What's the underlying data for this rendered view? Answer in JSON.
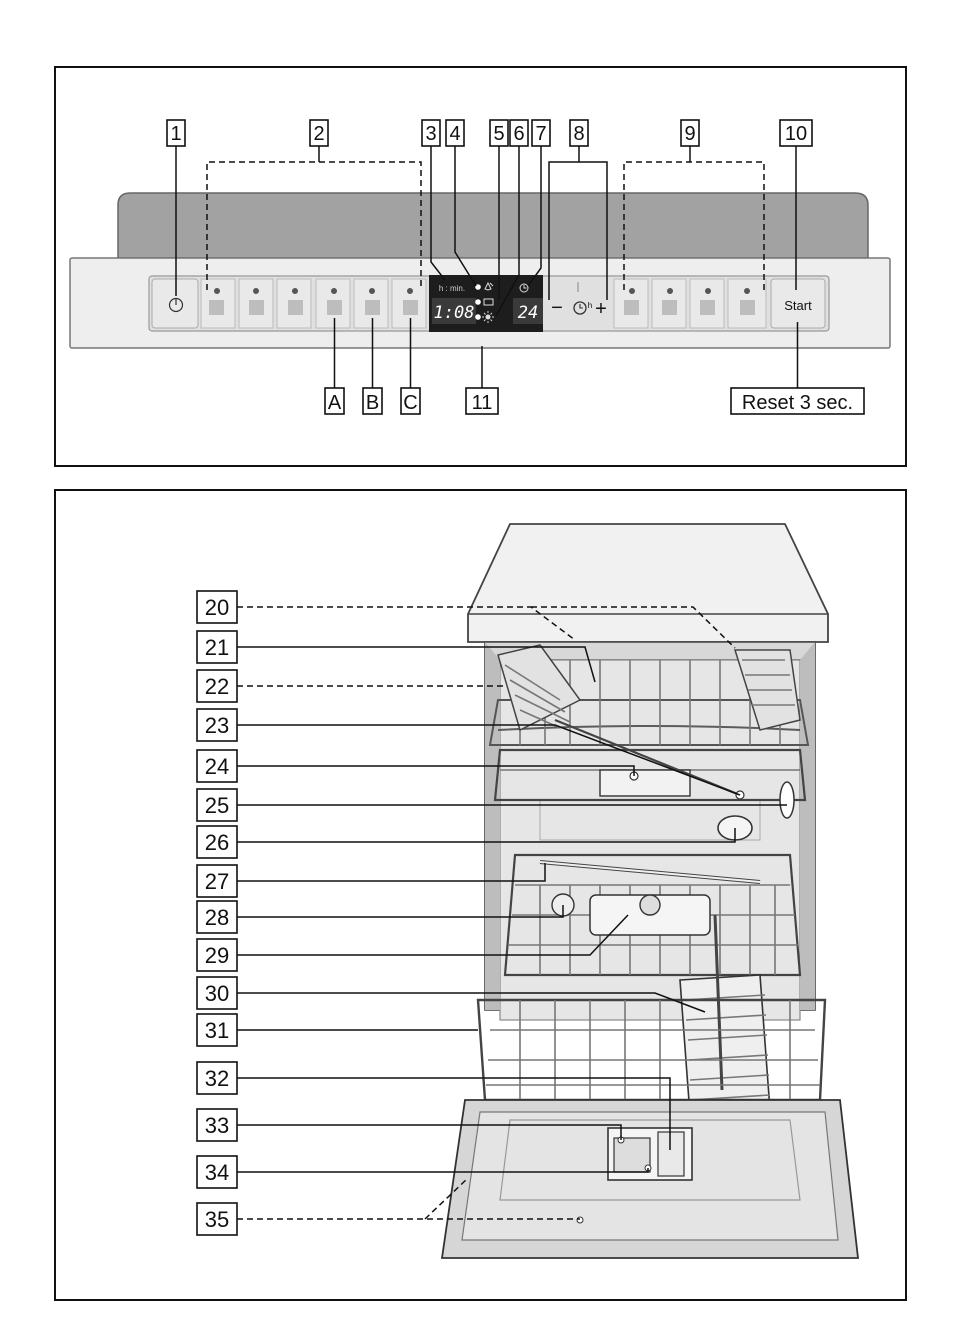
{
  "panel": {
    "callouts_top": [
      "1",
      "2",
      "3",
      "4",
      "5",
      "6",
      "7",
      "8",
      "9",
      "10"
    ],
    "callouts_bottom": [
      "A",
      "B",
      "C",
      "11"
    ],
    "reset_label": "Reset 3 sec.",
    "start_label": "Start",
    "display_time": "1:08",
    "display_hours": "24",
    "hmin_label": "h : min.",
    "minus": "−",
    "plus": "+",
    "h_small": "h"
  },
  "appliance": {
    "callouts": [
      "20",
      "21",
      "22",
      "23",
      "24",
      "25",
      "26",
      "27",
      "28",
      "29",
      "30",
      "31",
      "32",
      "33",
      "34",
      "35"
    ]
  }
}
